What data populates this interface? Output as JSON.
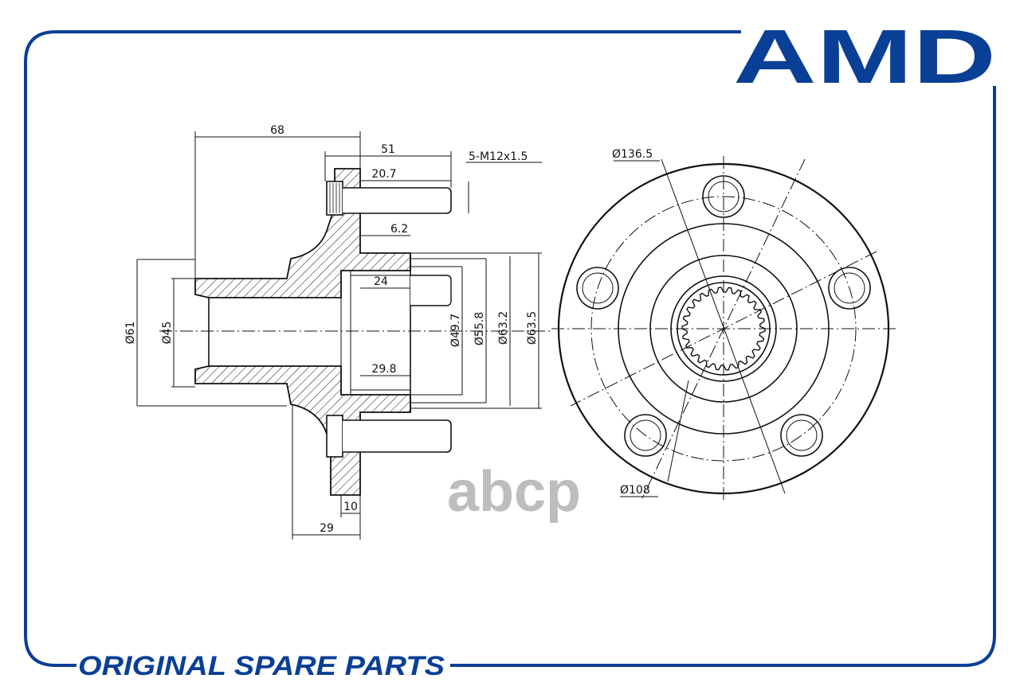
{
  "brand": {
    "logo_text": "AMD",
    "color": "#0a3f96"
  },
  "slogan": "ORIGINAL SPARE PARTS",
  "watermark": "abcp",
  "side_view": {
    "dim_overall_length": "68",
    "dim_flange_to_end": "51",
    "dim_stud_spec": "5-M12x1.5",
    "dim_stud_length": "20.7",
    "dim_chamfer": "6.2",
    "dim_bore_depth": "24",
    "dim_bore_depth_2": "29.8",
    "dim_outer_d61": "Ø61",
    "dim_inner_d45": "Ø45",
    "dim_d49_7": "Ø49.7",
    "dim_d55_8": "Ø55.8",
    "dim_d63_2": "Ø63.2",
    "dim_d63_5": "Ø63.5",
    "dim_flange_thickness": "10",
    "dim_hub_length": "29"
  },
  "front_view": {
    "dim_flange_diameter": "Ø136.5",
    "dim_pcd": "Ø108"
  }
}
